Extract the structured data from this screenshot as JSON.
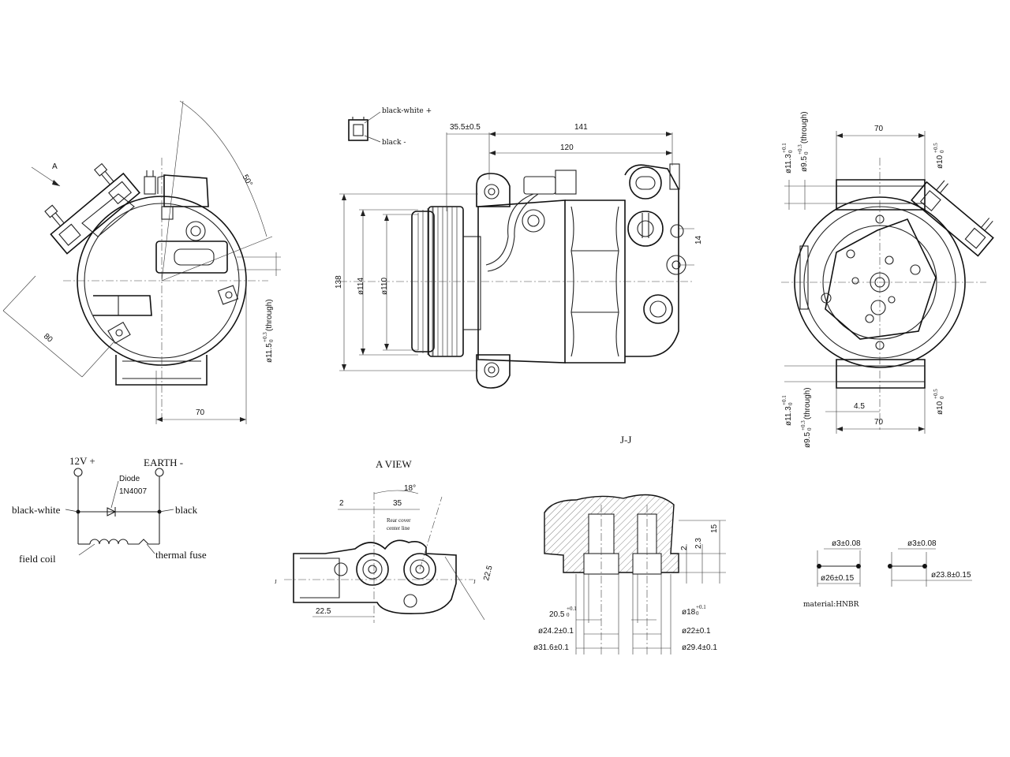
{
  "wiring": {
    "pos_12v": "12V +",
    "earth": "EARTH -",
    "diode": "Diode",
    "diode_model": "1N4007",
    "black_white": "black-white",
    "black": "black",
    "field_coil": "field coil",
    "thermal_fuse": "thermal fuse"
  },
  "connector": {
    "label_pos": "black-white +",
    "label_neg": "black -"
  },
  "front_view": {
    "arrow_a": "A",
    "angle": "50°",
    "dim_80": "80",
    "dim_70": "70",
    "hole": "ø11.5",
    "hole_tol": "+0.3",
    "hole_tol2": "0",
    "hole_note": "(through)"
  },
  "side_view": {
    "d_35_5": "35.5±0.5",
    "d_141": "141",
    "d_120": "120",
    "d_14": "14",
    "d_138": "138",
    "d_114": "ø114",
    "d_110": "ø110",
    "section_label": "J-J"
  },
  "rear_view": {
    "d_70_top": "70",
    "d_11_3_top": "ø11.3",
    "t_11_3": "+0.1",
    "d_9_5_top": "ø9.5",
    "t_9_5": "+0.3",
    "d_through": "(through)",
    "d_10_top": "ø10",
    "t_10": "+0.5",
    "t_zero": "0",
    "d_4_5": "4.5",
    "d_70_bot": "70",
    "d_11_3_bot": "ø11.3",
    "d_9_5_bot": "ø9.5",
    "d_10_bot": "ø10"
  },
  "a_view": {
    "title": "A VIEW",
    "angle": "18°",
    "d_2": "2",
    "d_35": "35",
    "rear_cover": "Rear cover",
    "center_line": "center line",
    "d_22_5_right": "22.5",
    "d_22_5_bottom": "22.5",
    "j_left": "J",
    "j_right": "J"
  },
  "section": {
    "d_2": "2",
    "d_2_3": "2.3",
    "d_15": "15",
    "d_20_5": "20.5",
    "t_20_5": "+0.1",
    "t_zero": "0",
    "d_24_2": "ø24.2±0.1",
    "d_31_6": "ø31.6±0.1",
    "d_18": "ø18",
    "t_18": "+0.1",
    "d_22": "ø22±0.1",
    "d_29_4": "ø29.4±0.1"
  },
  "orings": {
    "a_cs": "ø3±0.08",
    "a_id": "ø26±0.15",
    "b_cs": "ø3±0.08",
    "b_id": "ø23.8±0.15",
    "material": "material:HNBR"
  }
}
